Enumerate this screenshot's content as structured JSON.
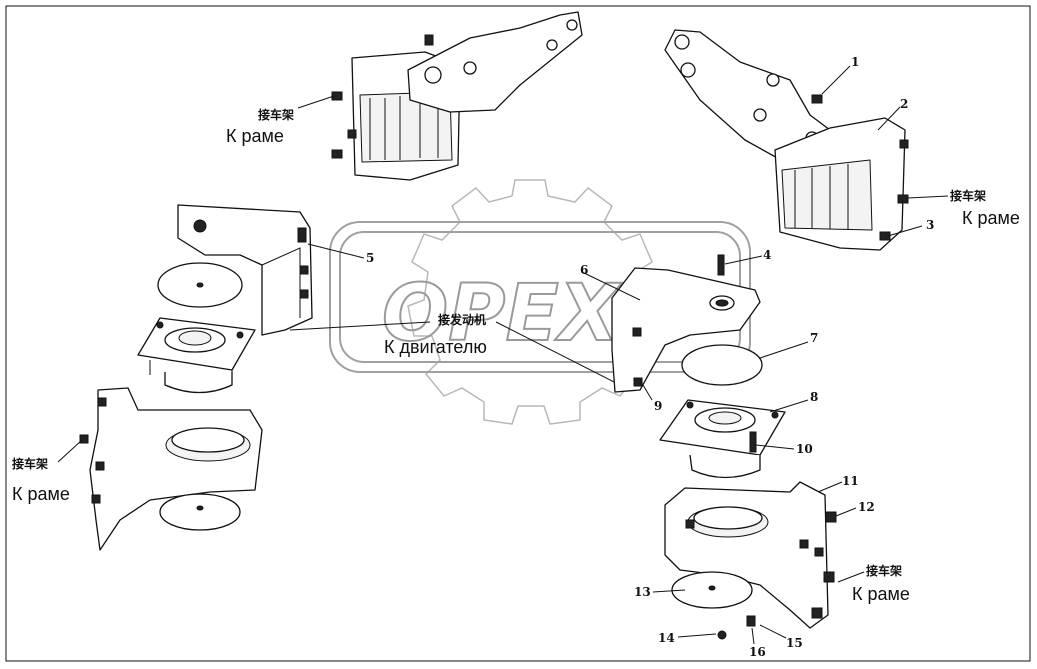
{
  "watermark": "OPEX",
  "part_labels": [
    "1",
    "2",
    "3",
    "4",
    "5",
    "6",
    "7",
    "8",
    "9",
    "10",
    "11",
    "12",
    "13",
    "14",
    "15",
    "16"
  ],
  "callouts": {
    "frame_cn": "接车架",
    "frame_ru": "К раме",
    "engine_cn": "接发动机",
    "engine_ru": "К двигателю"
  },
  "colors": {
    "line": "#111111",
    "watermark": "#9a9a9a",
    "background": "#ffffff"
  }
}
